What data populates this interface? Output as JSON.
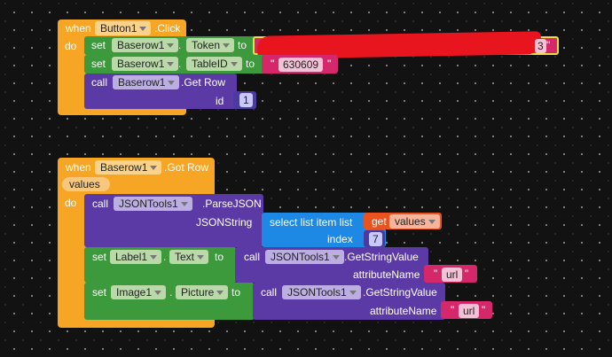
{
  "block1": {
    "when": "when",
    "component": "Button1",
    "event": ".Click",
    "do": "do",
    "set1": {
      "set": "set",
      "component": "Baserow1",
      "dot": ".",
      "property": "Token",
      "to": "to",
      "value_tail": "3",
      "quote": "\""
    },
    "set2": {
      "set": "set",
      "component": "Baserow1",
      "dot": ".",
      "property": "TableID",
      "to": "to",
      "value": "630609",
      "quote": "\""
    },
    "call1": {
      "call": "call",
      "component": "Baserow1",
      "method": ".Get Row",
      "param": "id",
      "param_value": "1"
    }
  },
  "block2": {
    "when": "when",
    "component": "Baserow1",
    "event": ".Got Row",
    "values_param": "values",
    "do": "do",
    "call1": {
      "call": "call",
      "component": "JSONTools1",
      "method": ".ParseJSON",
      "param": "JSONString",
      "select": "select list item  list",
      "get": "get",
      "get_var": "values",
      "index": "index",
      "index_value": "7"
    },
    "set1": {
      "set": "set",
      "component": "Label1",
      "dot": ".",
      "property": "Text",
      "to": "to",
      "call": "call",
      "call_component": "JSONTools1",
      "call_method": ".GetStringValue",
      "param": "attributeName",
      "string": "url",
      "quote": "\""
    },
    "set2": {
      "set": "set",
      "component": "Image1",
      "dot": ".",
      "property": "Picture",
      "to": "to",
      "call": "call",
      "call_component": "JSONTools1",
      "call_method": ".GetStringValue",
      "param": "attributeName",
      "string": "url",
      "quote": "\""
    }
  }
}
